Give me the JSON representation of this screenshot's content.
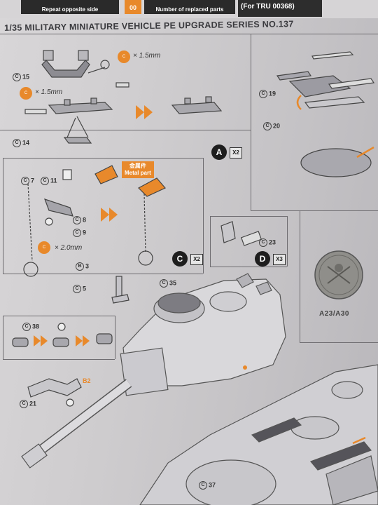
{
  "header": {
    "left_caption": "Repeat opposite side",
    "mid_caption": "Number of replaced parts",
    "orange_mark": "00",
    "right_caption": "(For TRU 00368)",
    "series_title": "1/35 MILITARY  MINIATURE  VEHICLE PE UPGRADE SERIES NO.137"
  },
  "parts": {
    "c15": "15",
    "c14": "14",
    "c19": "19",
    "c20": "20",
    "c7": "7",
    "c11": "11",
    "c8": "8",
    "c9": "9",
    "b3": "3",
    "c23": "23",
    "c5": "5",
    "c35": "35",
    "c38": "38",
    "c21": "21",
    "b2": "B2",
    "c37": "37"
  },
  "dimensions": {
    "d1": "× 1.5mm",
    "d2": "× 1.5mm",
    "d3": "× 2.0mm"
  },
  "badges": {
    "a": "A",
    "a_count": "X2",
    "c": "C",
    "c_count": "X2",
    "d": "D",
    "d_count": "X3"
  },
  "metal_part": {
    "chinese": "金属件",
    "english": "Metal part"
  },
  "reference": "A23/A30",
  "colors": {
    "accent_orange": "#e8892b",
    "ink": "#333333",
    "paper": "#d2d0d2"
  }
}
